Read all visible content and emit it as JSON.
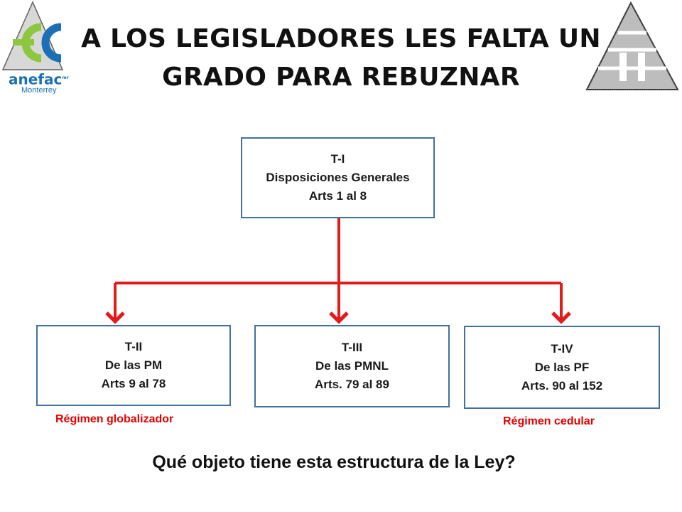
{
  "title": {
    "line1": "A LOS LEGISLADORES LES FALTA UN",
    "line2": "GRADO PARA REBUZNAR"
  },
  "logo_left": {
    "brand": "anefac",
    "sub": "Monterrey",
    "tm": "mr"
  },
  "logo_right": {
    "name": "pyramid-logo"
  },
  "boxes": {
    "t1": {
      "code": "T-I",
      "name": "Disposiciones Generales",
      "arts": "Arts 1 al 8"
    },
    "t2": {
      "code": "T-II",
      "name": "De las PM",
      "arts": "Arts 9 al 78"
    },
    "t3": {
      "code": "T-III",
      "name": "De las PMNL",
      "arts": "Arts. 79 al 89"
    },
    "t4": {
      "code": "T-IV",
      "name": "De las PF",
      "arts": "Arts. 90 al 152"
    }
  },
  "labels": {
    "regime_left": "Régimen globalizador",
    "regime_right": "Régimen cedular"
  },
  "question": "Qué objeto tiene esta  estructura de la Ley?",
  "colors": {
    "connector": "#e31b1b",
    "box_border": "#41719c",
    "regime_text": "#e60000",
    "logo_green": "#8dc63f",
    "logo_blue": "#1b6fb5"
  }
}
